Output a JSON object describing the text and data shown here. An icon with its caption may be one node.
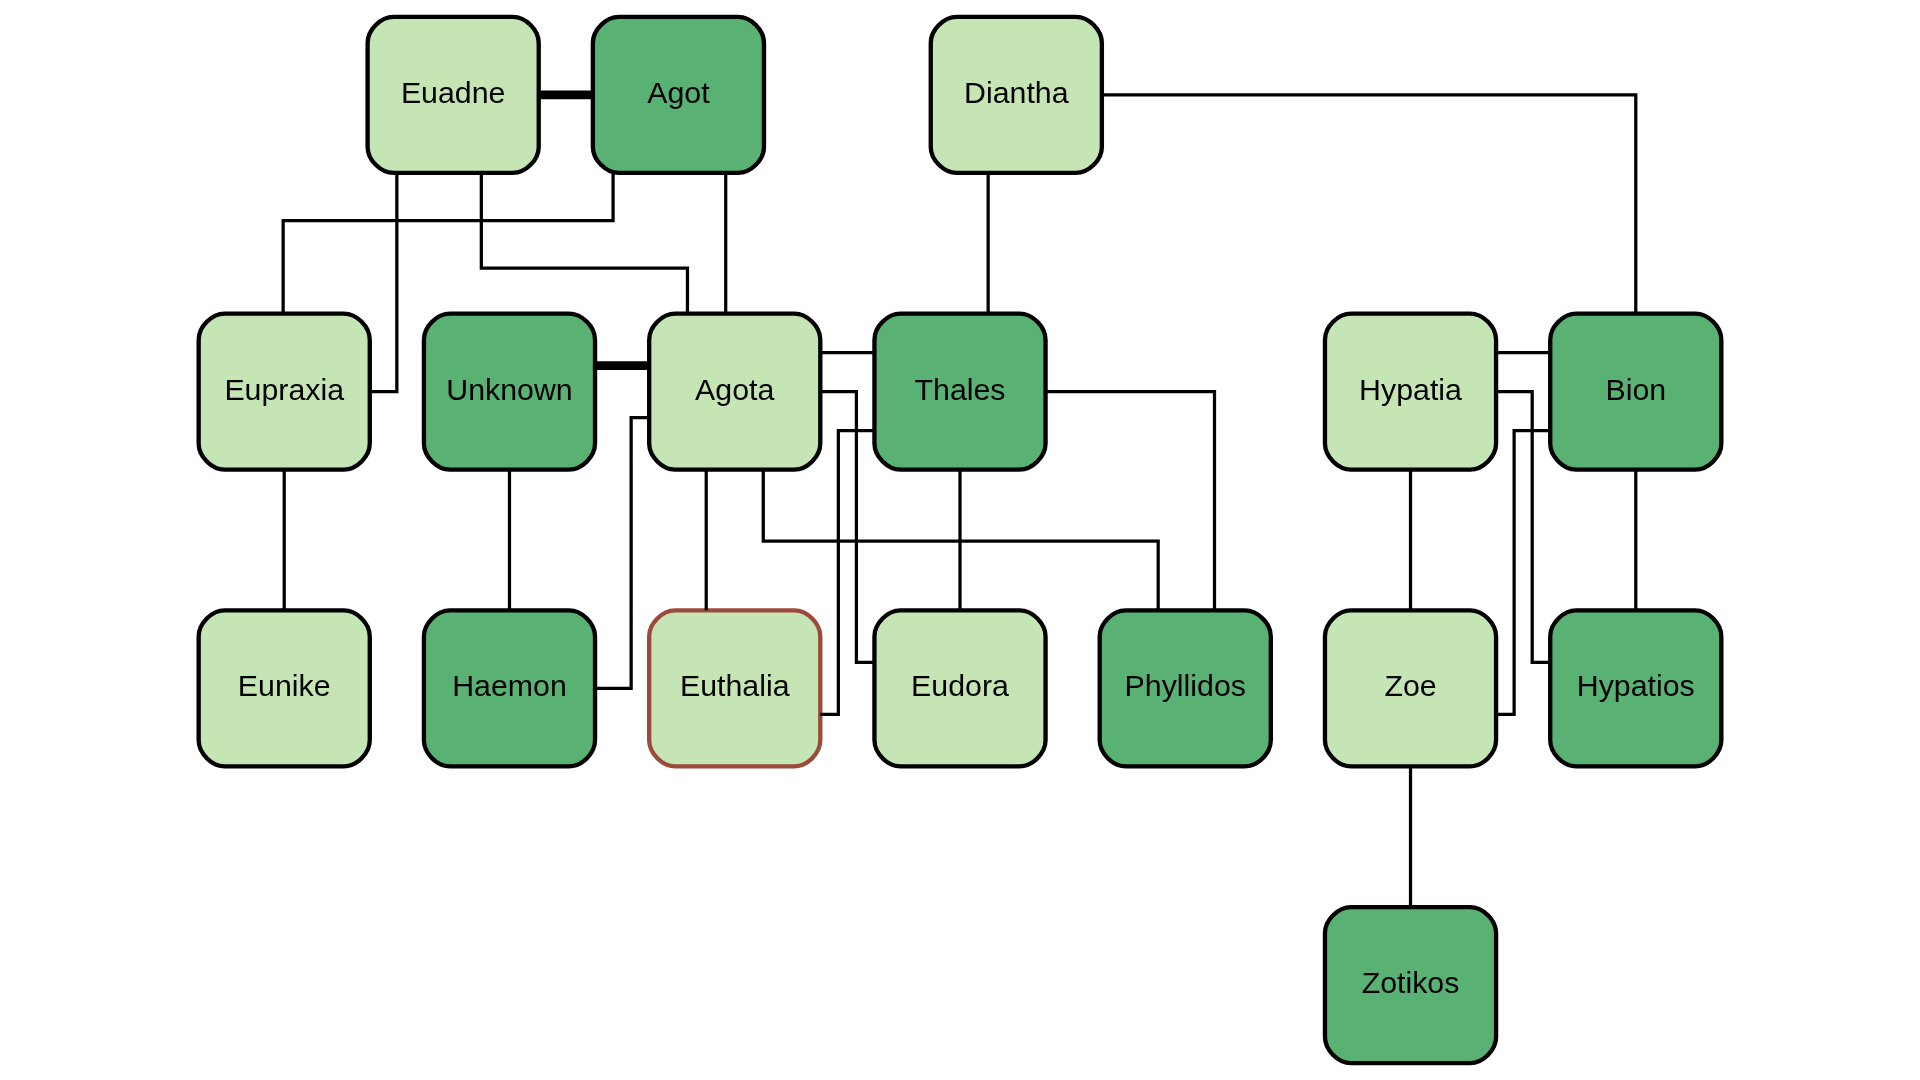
{
  "diagram": {
    "nodes": [
      {
        "text": [
          "Euadne"
        ]
      },
      {
        "text": [
          "Agot"
        ]
      },
      {
        "text": [
          "Diantha"
        ]
      },
      {
        "text": [
          "Eupraxia"
        ]
      },
      {
        "text": [
          "Unknown"
        ]
      },
      {
        "text": [
          "Agota"
        ]
      },
      {
        "text": [
          "Thales"
        ]
      },
      {
        "text": [
          "Hypatia"
        ]
      },
      {
        "text": [
          "Bion"
        ]
      },
      {
        "text": [
          "Eunike"
        ]
      },
      {
        "text": [
          "Haemon"
        ]
      },
      {
        "text": [
          "Euthalia"
        ]
      },
      {
        "text": [
          "Eudora"
        ]
      },
      {
        "text": [
          "Phyllidos"
        ]
      },
      {
        "text": [
          "Hypatios"
        ]
      },
      {
        "text": [
          "Zoe"
        ]
      },
      {
        "text": [
          "Zotikos"
        ]
      }
    ],
    "edges": [
      {
        "from": 0,
        "to": 1,
        "arrow": "none",
        "style": "thick"
      },
      {
        "from": 0,
        "to": 3,
        "arrow": "none"
      },
      {
        "from": 1,
        "to": 3,
        "arrow": "none"
      },
      {
        "from": 0,
        "to": 5,
        "arrow": "none"
      },
      {
        "from": 1,
        "to": 5,
        "arrow": "none"
      },
      {
        "from": 2,
        "to": 6,
        "arrow": "none"
      },
      {
        "from": 2,
        "to": 8,
        "arrow": "none"
      },
      {
        "from": 4,
        "to": 5,
        "arrow": "none",
        "style": "thick"
      },
      {
        "from": 5,
        "to": 6,
        "arrow": "none"
      },
      {
        "from": 7,
        "to": 8,
        "arrow": "none"
      },
      {
        "from": 3,
        "to": 9,
        "arrow": "none"
      },
      {
        "from": 4,
        "to": 10,
        "arrow": "none"
      },
      {
        "from": 5,
        "to": 10,
        "arrow": "none"
      },
      {
        "from": 5,
        "to": 11,
        "arrow": "none"
      },
      {
        "from": 6,
        "to": 11,
        "arrow": "none"
      },
      {
        "from": 5,
        "to": 12,
        "arrow": "none"
      },
      {
        "from": 6,
        "to": 12,
        "arrow": "none"
      },
      {
        "from": 5,
        "to": 13,
        "arrow": "none"
      },
      {
        "from": 6,
        "to": 13,
        "arrow": "none"
      },
      {
        "from": 7,
        "to": 14,
        "arrow": "none"
      },
      {
        "from": 8,
        "to": 14,
        "arrow": "none"
      },
      {
        "from": 7,
        "to": 15,
        "arrow": "none"
      },
      {
        "from": 8,
        "to": 15,
        "arrow": "none"
      },
      {
        "from": 15,
        "to": 16,
        "arrow": "none"
      }
    ]
  }
}
